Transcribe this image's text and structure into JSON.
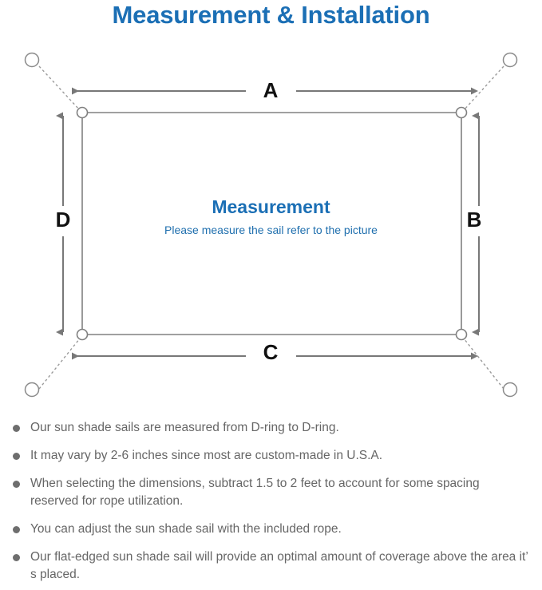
{
  "page": {
    "title": "Measurement & Installation",
    "title_color": "#1b6fb5",
    "background": "#ffffff"
  },
  "diagram": {
    "center_title": "Measurement",
    "center_subtitle": "Please measure the sail refer to the picture",
    "center_title_color": "#1b6fb5",
    "center_subtitle_color": "#1f6fae",
    "sail_stroke_color": "#808080",
    "arrow_color": "#787878",
    "rope_color": "#9a9a9a",
    "dring_stroke_color": "#808080",
    "labels": {
      "top": "A",
      "right": "B",
      "bottom": "C",
      "left": "D"
    },
    "corners": [
      {
        "name": "top-left-d-ring"
      },
      {
        "name": "top-right-d-ring"
      },
      {
        "name": "bottom-right-d-ring"
      },
      {
        "name": "bottom-left-d-ring"
      }
    ],
    "anchor_points": [
      {
        "name": "top-left-anchor"
      },
      {
        "name": "top-right-anchor"
      },
      {
        "name": "bottom-right-anchor"
      },
      {
        "name": "bottom-left-anchor"
      }
    ]
  },
  "notes": [
    {
      "text": "Our sun shade sails are measured from D-ring to D-ring."
    },
    {
      "text": "It may vary by 2-6 inches since most are custom-made in U.S.A."
    },
    {
      "text": "When selecting the dimensions, subtract 1.5 to 2 feet to account for some spacing reserved for rope utilization."
    },
    {
      "text": "You can adjust the sun shade sail with the included rope."
    },
    {
      "text": "Our flat-edged sun shade sail will provide an optimal amount of coverage above the area it’ s placed."
    }
  ]
}
